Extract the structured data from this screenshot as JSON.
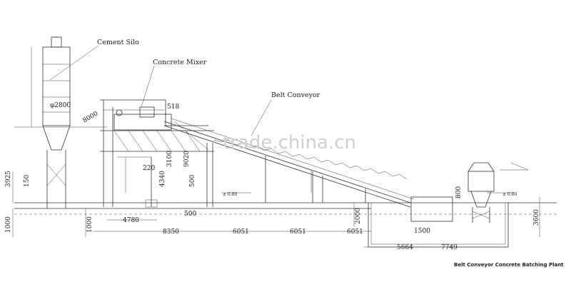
{
  "labels": {
    "cement_silo": "Cement Silo",
    "concrete_mixer": "Concrete Mixer",
    "belt_conveyor": "Belt Conveyor"
  },
  "caption": "Belt Conveyor Concrete Batching Plant",
  "watermark": "trade.china.cn",
  "dimensions": {
    "silo_diameter": "φ2800",
    "d_518": "518",
    "d_8000": "8000",
    "d_3925": "3925",
    "d_150": "150",
    "d_1000_left": "1000",
    "d_1000_mid": "1000",
    "d_4780": "4780",
    "d_4340": "4340",
    "d_3100": "3100",
    "d_9020": "9020",
    "d_220": "220",
    "d_500_v": "500",
    "d_500_h": "500",
    "d_8350": "8350",
    "d_6051_a": "6051",
    "d_6051_b": "6051",
    "d_6051_c": "6051",
    "d_2000": "2000",
    "d_1500": "1500",
    "d_5664": "5664",
    "d_7749": "7749",
    "d_3600": "3600",
    "d_800": "800",
    "elev_a": "± 0.00",
    "elev_b": "± 0.00"
  }
}
